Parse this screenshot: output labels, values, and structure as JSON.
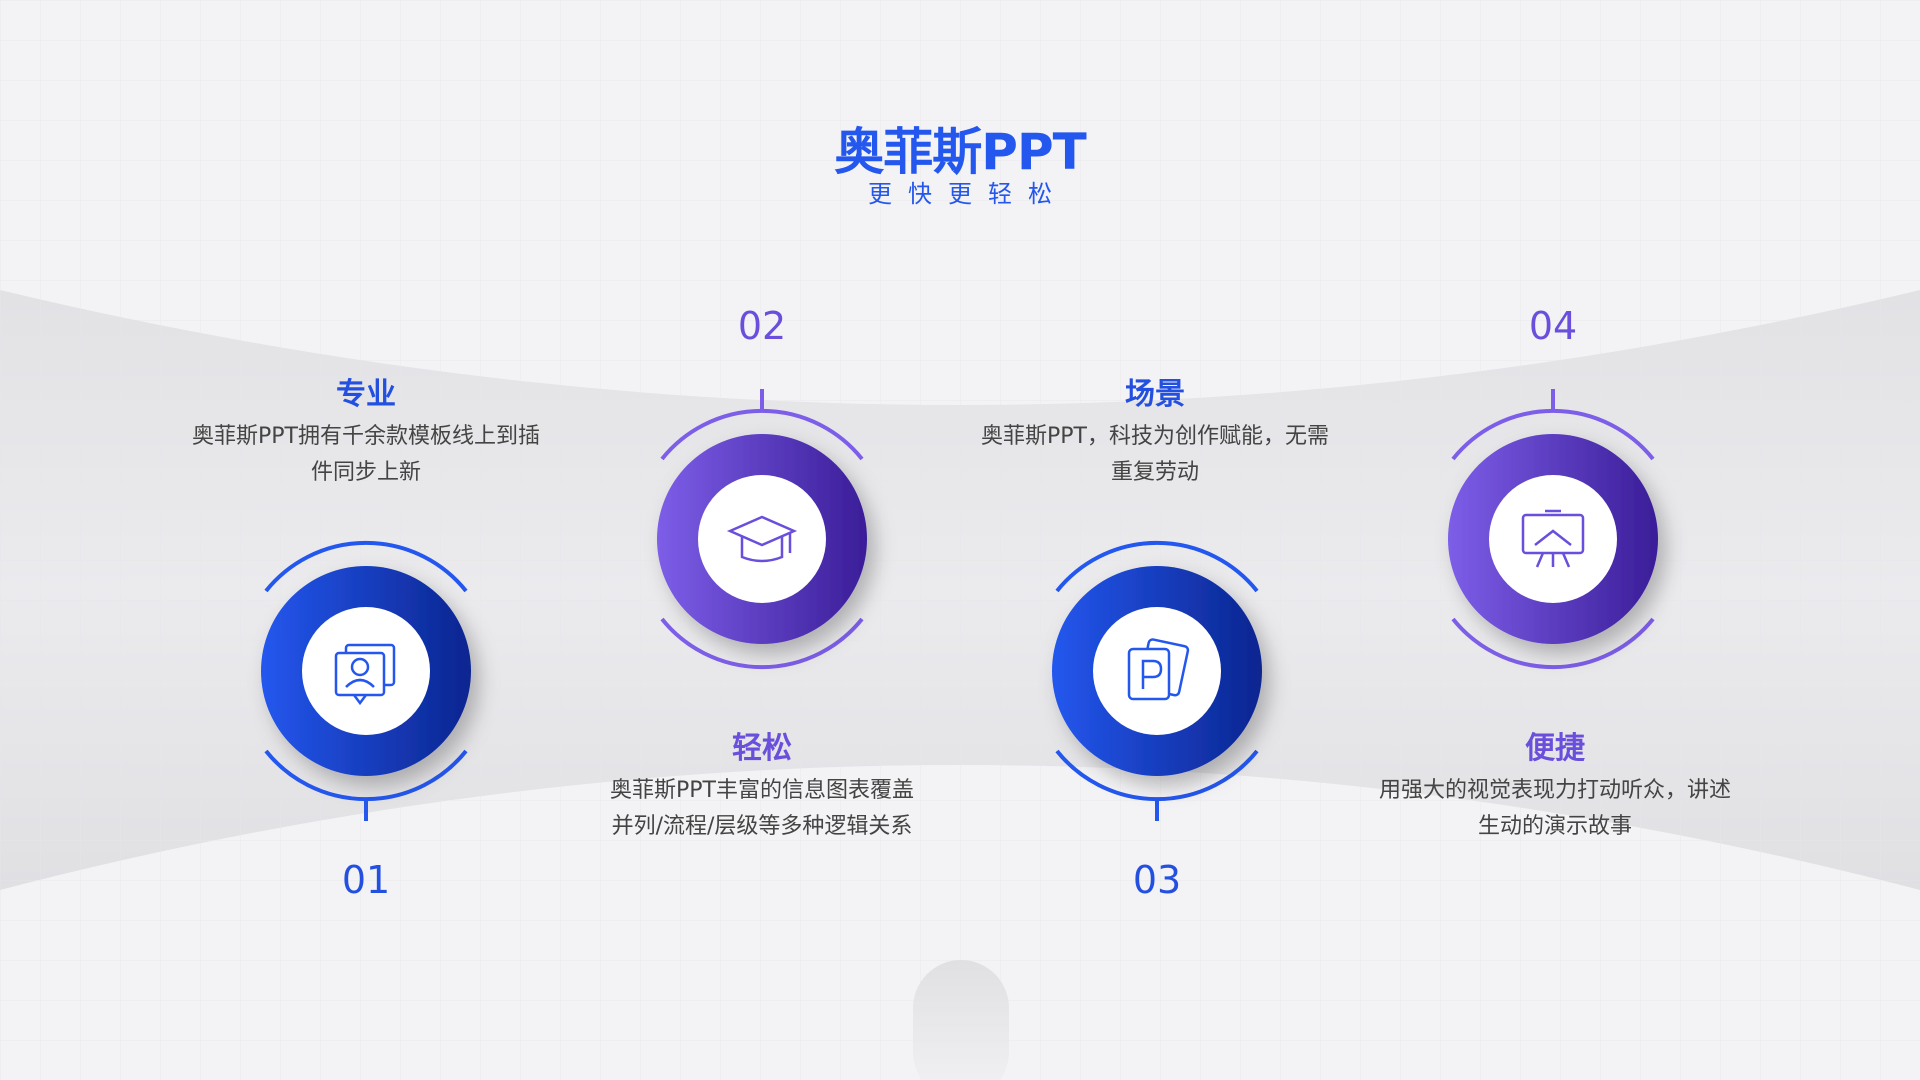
{
  "header": {
    "title": "奥菲斯PPT",
    "subtitle": "更快更轻松"
  },
  "colors": {
    "blue_start": "#2457ee",
    "blue_end": "#0b2590",
    "purple_start": "#7d5ee8",
    "purple_end": "#3a1d98",
    "background": "#f2f2f4"
  },
  "items": [
    {
      "number": "01",
      "title": "专业",
      "desc_lines": [
        "奥菲斯PPT拥有千余款模板线上到插",
        "件同步上新"
      ],
      "icon": "user-cards-icon"
    },
    {
      "number": "02",
      "title": "轻松",
      "desc_lines": [
        "奥菲斯PPT丰富的信息图表覆盖",
        "并列/流程/层级等多种逻辑关系"
      ],
      "icon": "graduation-cap-icon"
    },
    {
      "number": "03",
      "title": "场景",
      "desc_lines": [
        "奥菲斯PPT，科技为创作赋能，无需",
        "重复劳动"
      ],
      "icon": "powerpoint-file-icon"
    },
    {
      "number": "04",
      "title": "便捷",
      "desc_lines": [
        "用强大的视觉表现力打动听众，讲述",
        "生动的演示故事"
      ],
      "icon": "presentation-board-icon"
    }
  ]
}
